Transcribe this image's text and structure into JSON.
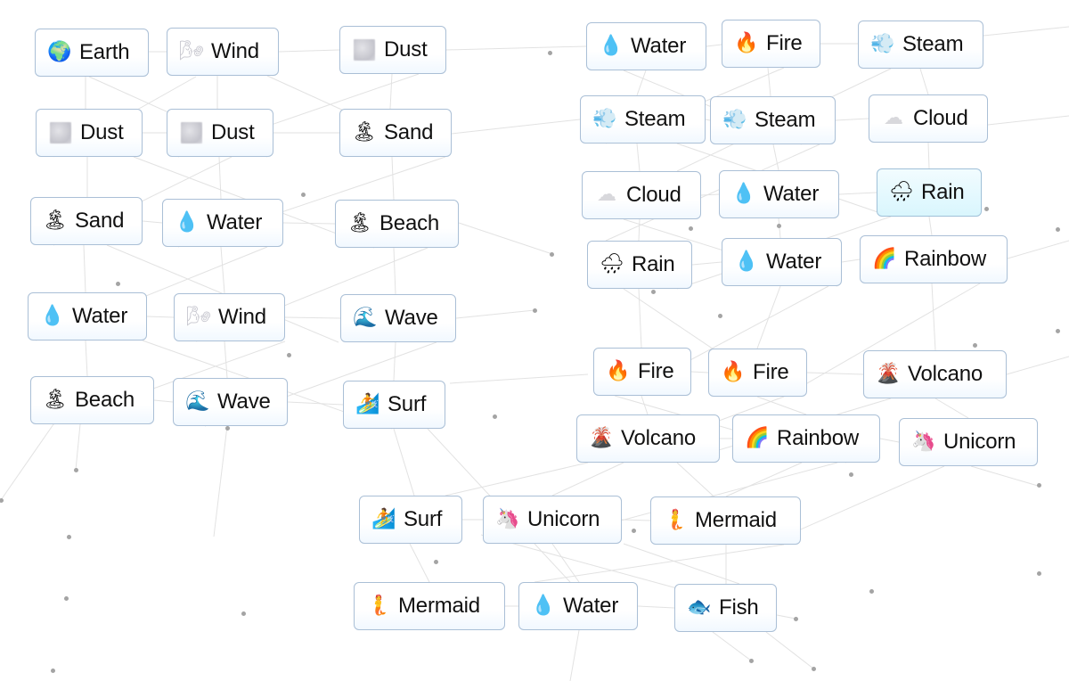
{
  "app": {
    "name": "Infinite Craft canvas"
  },
  "colors": {
    "background": "#ffffff",
    "card_border": "#aabfd6",
    "card_bg": "#ffffff",
    "card_active_bg": "#d9f6fd",
    "text": "#111111",
    "connector_line": "#dddddd",
    "particle_dot": "#a4a4a4"
  },
  "cards": [
    {
      "label": "Earth",
      "icon": "earth-globe-icon",
      "emoji": "🌍"
    },
    {
      "label": "Wind",
      "icon": "wind-face-icon",
      "emoji": "🌬"
    },
    {
      "label": "Dust",
      "icon": "dust-icon",
      "emoji": ""
    },
    {
      "label": "Dust",
      "icon": "dust-icon",
      "emoji": ""
    },
    {
      "label": "Dust",
      "icon": "dust-icon",
      "emoji": ""
    },
    {
      "label": "Sand",
      "icon": "beach-umbrella-icon",
      "emoji": "🏝"
    },
    {
      "label": "Sand",
      "icon": "beach-umbrella-icon",
      "emoji": "🏝"
    },
    {
      "label": "Water",
      "icon": "droplet-icon",
      "emoji": "💧"
    },
    {
      "label": "Beach",
      "icon": "beach-umbrella-icon",
      "emoji": "🏝"
    },
    {
      "label": "Water",
      "icon": "droplet-icon",
      "emoji": "💧"
    },
    {
      "label": "Wind",
      "icon": "wind-face-icon",
      "emoji": "🌬"
    },
    {
      "label": "Wave",
      "icon": "wave-icon",
      "emoji": "🌊"
    },
    {
      "label": "Beach",
      "icon": "beach-umbrella-icon",
      "emoji": "🏝"
    },
    {
      "label": "Wave",
      "icon": "wave-icon",
      "emoji": "🌊"
    },
    {
      "label": "Surf",
      "icon": "surfer-icon",
      "emoji": "🏄"
    },
    {
      "label": "Water",
      "icon": "droplet-icon",
      "emoji": "💧"
    },
    {
      "label": "Fire",
      "icon": "fire-icon",
      "emoji": "🔥"
    },
    {
      "label": "Steam",
      "icon": "steam-puff-icon",
      "emoji": "💨"
    },
    {
      "label": "Steam",
      "icon": "steam-puff-icon",
      "emoji": "💨"
    },
    {
      "label": "Steam",
      "icon": "steam-puff-icon",
      "emoji": "💨"
    },
    {
      "label": "Cloud",
      "icon": "cloud-icon",
      "emoji": "☁"
    },
    {
      "label": "Cloud",
      "icon": "cloud-icon",
      "emoji": "☁"
    },
    {
      "label": "Water",
      "icon": "droplet-icon",
      "emoji": "💧"
    },
    {
      "label": "Rain",
      "icon": "rain-cloud-icon",
      "emoji": "🌧"
    },
    {
      "label": "Rain",
      "icon": "rain-cloud-icon",
      "emoji": "🌧"
    },
    {
      "label": "Water",
      "icon": "droplet-icon",
      "emoji": "💧"
    },
    {
      "label": "Rainbow",
      "icon": "rainbow-icon",
      "emoji": "🌈"
    },
    {
      "label": "Fire",
      "icon": "fire-icon",
      "emoji": "🔥"
    },
    {
      "label": "Fire",
      "icon": "fire-icon",
      "emoji": "🔥"
    },
    {
      "label": "Volcano",
      "icon": "volcano-icon",
      "emoji": "🌋"
    },
    {
      "label": "Volcano",
      "icon": "volcano-icon",
      "emoji": "🌋"
    },
    {
      "label": "Rainbow",
      "icon": "rainbow-icon",
      "emoji": "🌈"
    },
    {
      "label": "Unicorn",
      "icon": "unicorn-icon",
      "emoji": "🦄"
    },
    {
      "label": "Surf",
      "icon": "surfer-icon",
      "emoji": "🏄"
    },
    {
      "label": "Unicorn",
      "icon": "unicorn-icon",
      "emoji": "🦄"
    },
    {
      "label": "Mermaid",
      "icon": "mermaid-icon",
      "emoji": "🧜"
    },
    {
      "label": "Mermaid",
      "icon": "mermaid-icon",
      "emoji": "🧜"
    },
    {
      "label": "Water",
      "icon": "droplet-icon",
      "emoji": "💧"
    },
    {
      "label": "Fish",
      "icon": "fish-icon",
      "emoji": "🐟"
    }
  ],
  "active_card_index": 23
}
